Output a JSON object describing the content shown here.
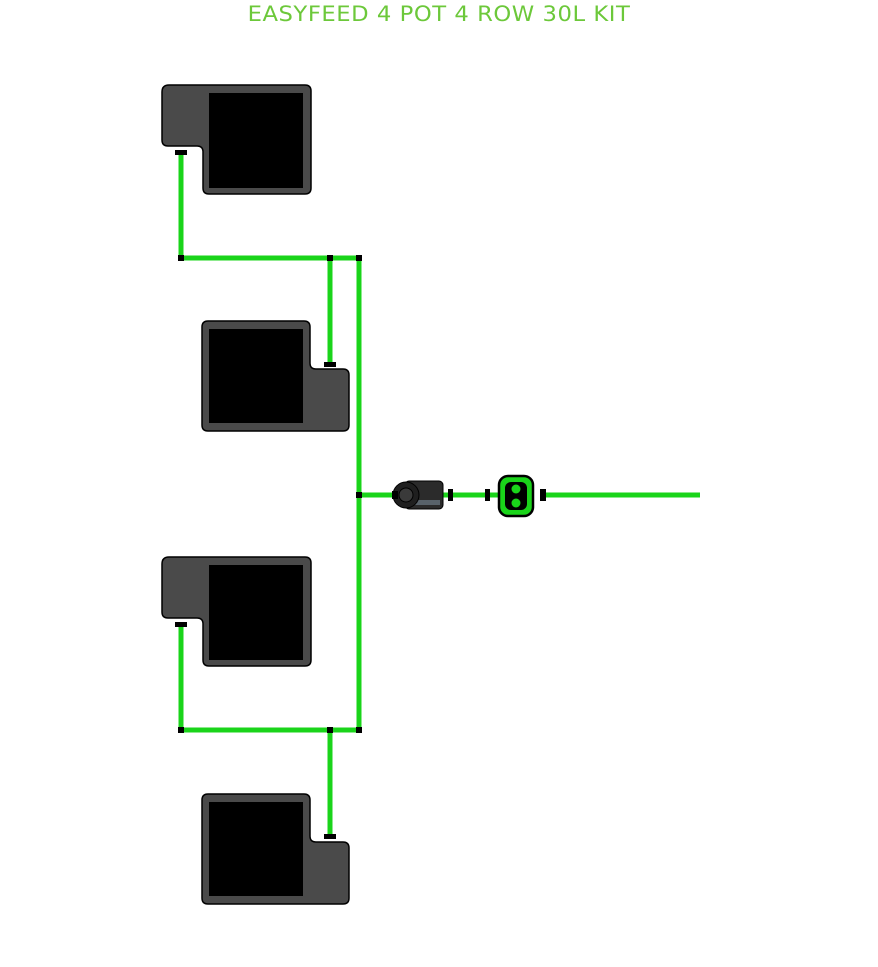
{
  "title": "EASYFEED 4 POT 4 ROW 30L KIT",
  "colors": {
    "title": "#6cc83a",
    "pipe": "#1ad41a",
    "pot_outer": "#4a4a4a",
    "pot_inner": "#000000",
    "connector": "#000000"
  },
  "components": {
    "pots": [
      {
        "name": "pot-1"
      },
      {
        "name": "pot-2"
      },
      {
        "name": "pot-3"
      },
      {
        "name": "pot-4"
      }
    ],
    "filter": {
      "name": "inline-filter"
    },
    "valve": {
      "name": "stop-valve"
    },
    "feed_line": {
      "name": "feed-line"
    }
  }
}
